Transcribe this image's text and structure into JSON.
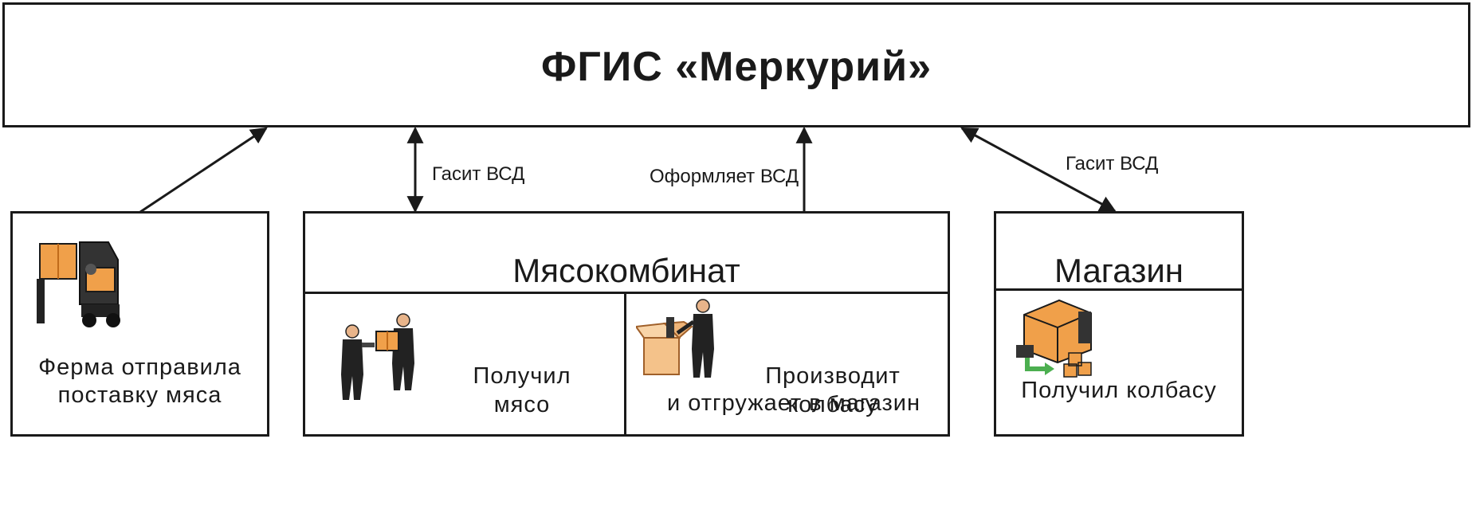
{
  "system": {
    "title": "ФГИС «Меркурий»"
  },
  "arrows": {
    "plant_label": "Гасит ВСД",
    "issue_label": "Оформляет ВСД",
    "store_label": "Гасит ВСД"
  },
  "farm": {
    "caption_line1": "Ферма отправила",
    "caption_line2": "поставку мяса"
  },
  "plant": {
    "title": "Мясокомбинат",
    "left_caption": "Получил мясо",
    "right_caption_line1": "Производит колбасу",
    "right_caption_line2": "и отгружает в магазин"
  },
  "store": {
    "title": "Магазин",
    "caption": "Получил колбасу"
  },
  "colors": {
    "line": "#1a1a1a",
    "box_orange": "#f0a04a",
    "arrow_green": "#4caf50"
  },
  "icons": [
    "forklift-icon",
    "handover-icon",
    "packing-icon",
    "delivery-icon"
  ]
}
